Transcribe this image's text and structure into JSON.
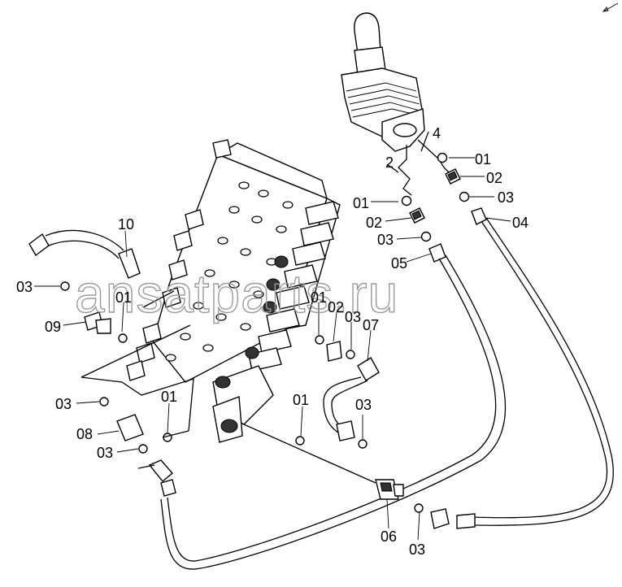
{
  "diagram": {
    "watermark": "ansatparts.ru",
    "callouts": [
      {
        "id": "c-4",
        "label": "4"
      },
      {
        "id": "c-2",
        "label": "2"
      },
      {
        "id": "c-01-a",
        "label": "01"
      },
      {
        "id": "c-02-a",
        "label": "02"
      },
      {
        "id": "c-03-a",
        "label": "03"
      },
      {
        "id": "c-01-b",
        "label": "01"
      },
      {
        "id": "c-02-b",
        "label": "02"
      },
      {
        "id": "c-04",
        "label": "04"
      },
      {
        "id": "c-03-b",
        "label": "03"
      },
      {
        "id": "c-05",
        "label": "05"
      },
      {
        "id": "c-10",
        "label": "10"
      },
      {
        "id": "c-03-c",
        "label": "03"
      },
      {
        "id": "c-01-c",
        "label": "01"
      },
      {
        "id": "c-09",
        "label": "09"
      },
      {
        "id": "c-01-d",
        "label": "01"
      },
      {
        "id": "c-02-c",
        "label": "02"
      },
      {
        "id": "c-03-d",
        "label": "03"
      },
      {
        "id": "c-07",
        "label": "07"
      },
      {
        "id": "c-03-e",
        "label": "03"
      },
      {
        "id": "c-01-e",
        "label": "01"
      },
      {
        "id": "c-01-f",
        "label": "01"
      },
      {
        "id": "c-03-f",
        "label": "03"
      },
      {
        "id": "c-08",
        "label": "08"
      },
      {
        "id": "c-03-g",
        "label": "03"
      },
      {
        "id": "c-06",
        "label": "06"
      },
      {
        "id": "c-03-h",
        "label": "03"
      }
    ]
  }
}
